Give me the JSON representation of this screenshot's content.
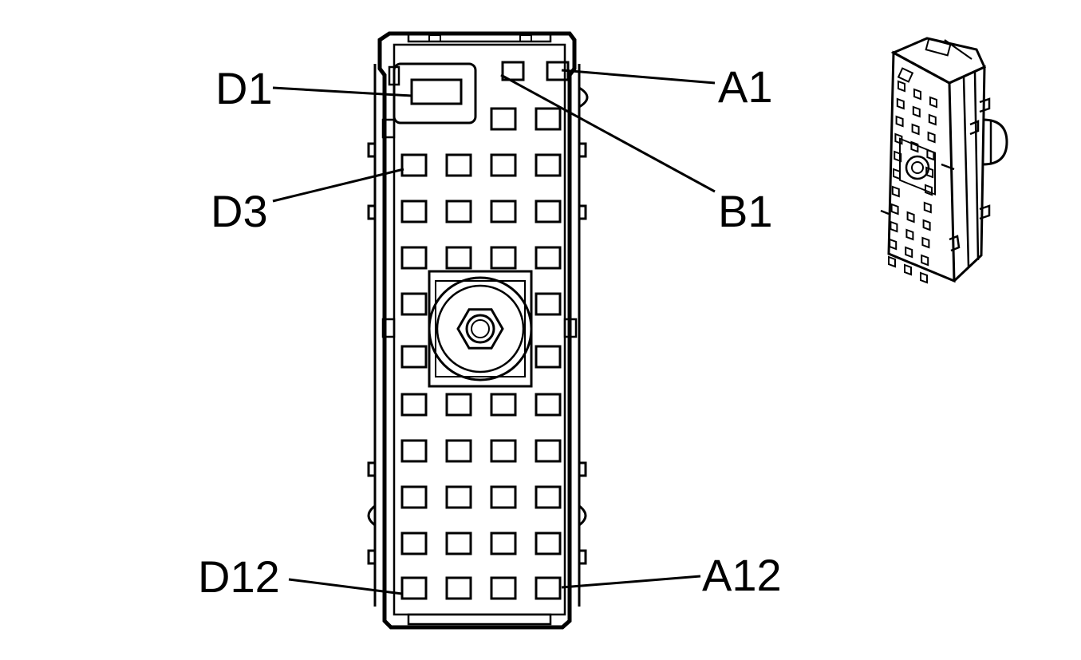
{
  "labels": {
    "d1": "D1",
    "d3": "D3",
    "d12": "D12",
    "a1": "A1",
    "b1": "B1",
    "a12": "A12"
  },
  "colors": {
    "line": "#000000",
    "background": "#ffffff"
  }
}
